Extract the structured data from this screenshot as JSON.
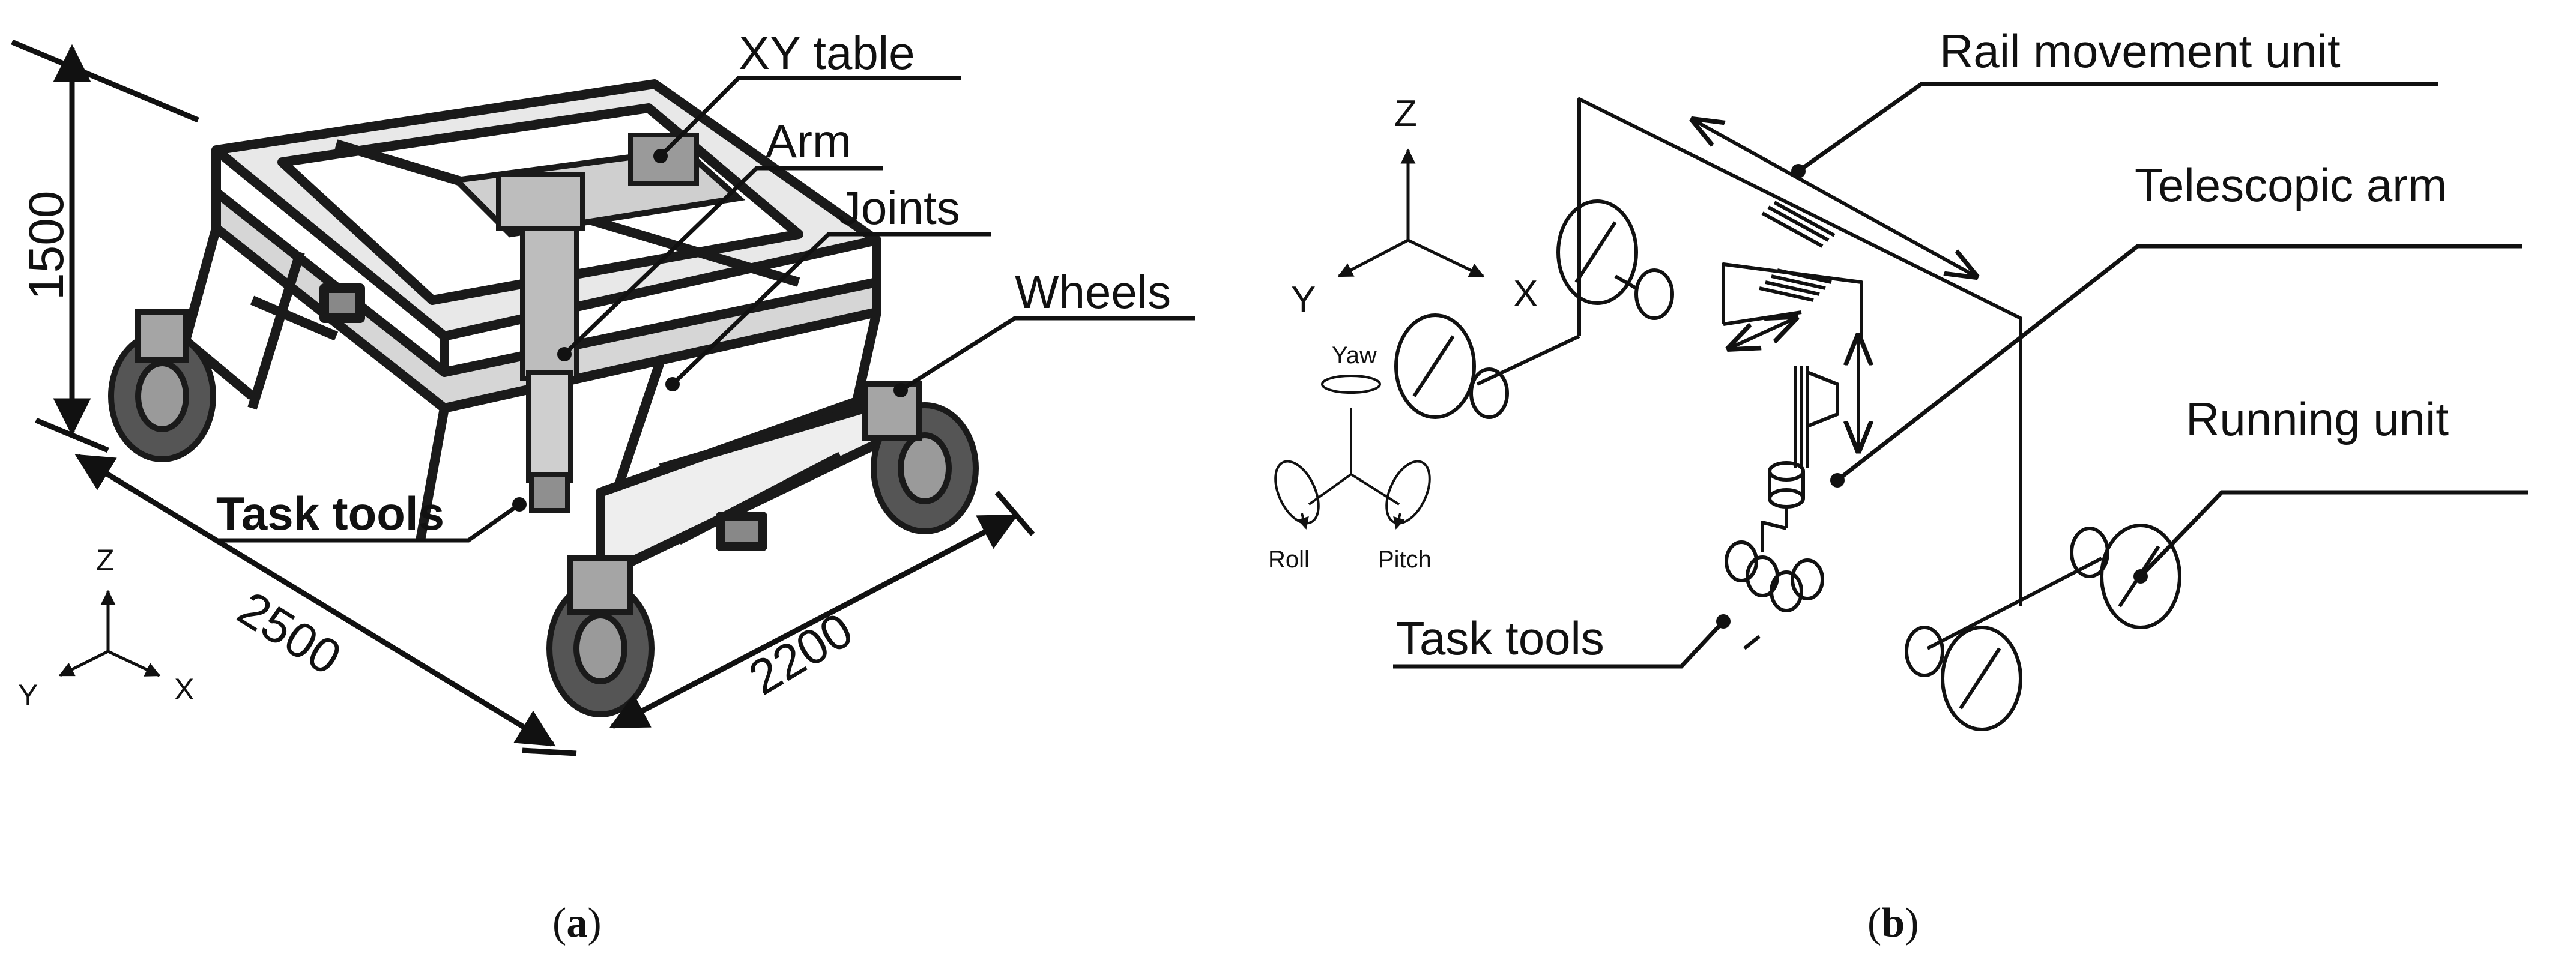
{
  "panel_a": {
    "labels": {
      "xy_table": "XY table",
      "arm": "Arm",
      "joints": "Joints",
      "wheels": "Wheels",
      "task_tools": "Task tools"
    },
    "dimensions": {
      "height": "1500",
      "length": "2500",
      "width": "2200"
    },
    "axes": {
      "z": "Z",
      "y": "Y",
      "x": "X"
    },
    "caption_open": "(",
    "caption_letter": "a",
    "caption_close": ")"
  },
  "panel_b": {
    "labels": {
      "rail_movement_unit": "Rail movement unit",
      "telescopic_arm": "Telescopic arm",
      "running_unit": "Running unit",
      "task_tools": "Task tools"
    },
    "axes": {
      "z": "Z",
      "y": "Y",
      "x": "X"
    },
    "rotations": {
      "yaw": "Yaw",
      "roll": "Roll",
      "pitch": "Pitch"
    },
    "caption_open": "(",
    "caption_letter": "b",
    "caption_close": ")"
  }
}
